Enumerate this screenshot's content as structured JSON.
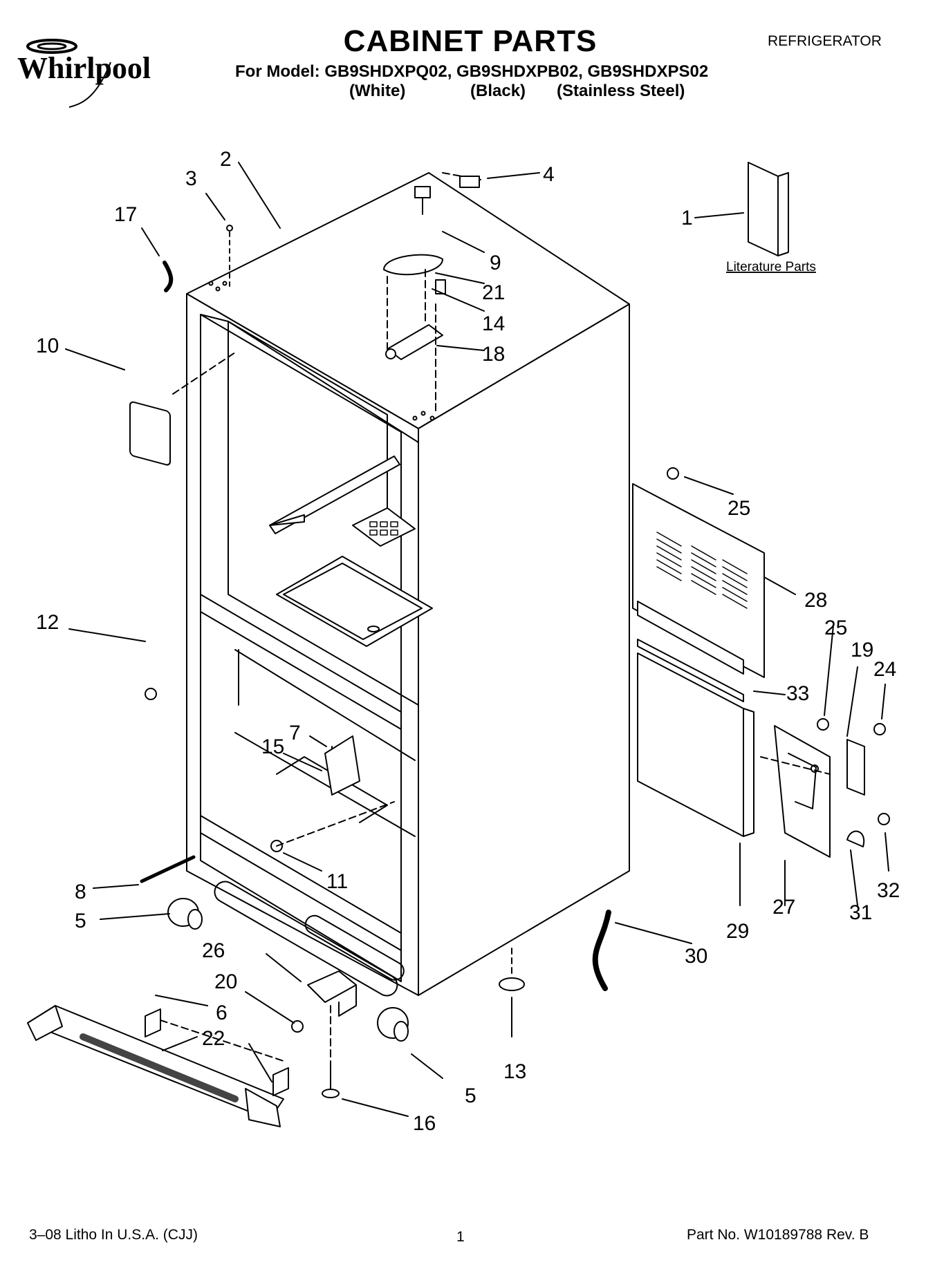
{
  "header": {
    "brand": "Whirlpool",
    "title": "CABINET PARTS",
    "category": "REFRIGERATOR",
    "model_line": "For Model: GB9SHDXPQ02, GB9SHDXPB02, GB9SHDXPS02",
    "finishes": [
      "(White)",
      "(Black)",
      "(Stainless Steel)"
    ]
  },
  "diagram": {
    "literature_label": "Literature Parts",
    "callouts": [
      "1",
      "2",
      "3",
      "4",
      "5",
      "5",
      "6",
      "7",
      "8",
      "9",
      "10",
      "11",
      "12",
      "13",
      "14",
      "15",
      "16",
      "17",
      "18",
      "19",
      "20",
      "21",
      "22",
      "24",
      "25",
      "25",
      "26",
      "27",
      "28",
      "29",
      "30",
      "31",
      "32",
      "33"
    ]
  },
  "footer": {
    "left": "3–08 Litho In U.S.A. (CJJ)",
    "page": "1",
    "right": "Part No. W10189788 Rev. B"
  }
}
